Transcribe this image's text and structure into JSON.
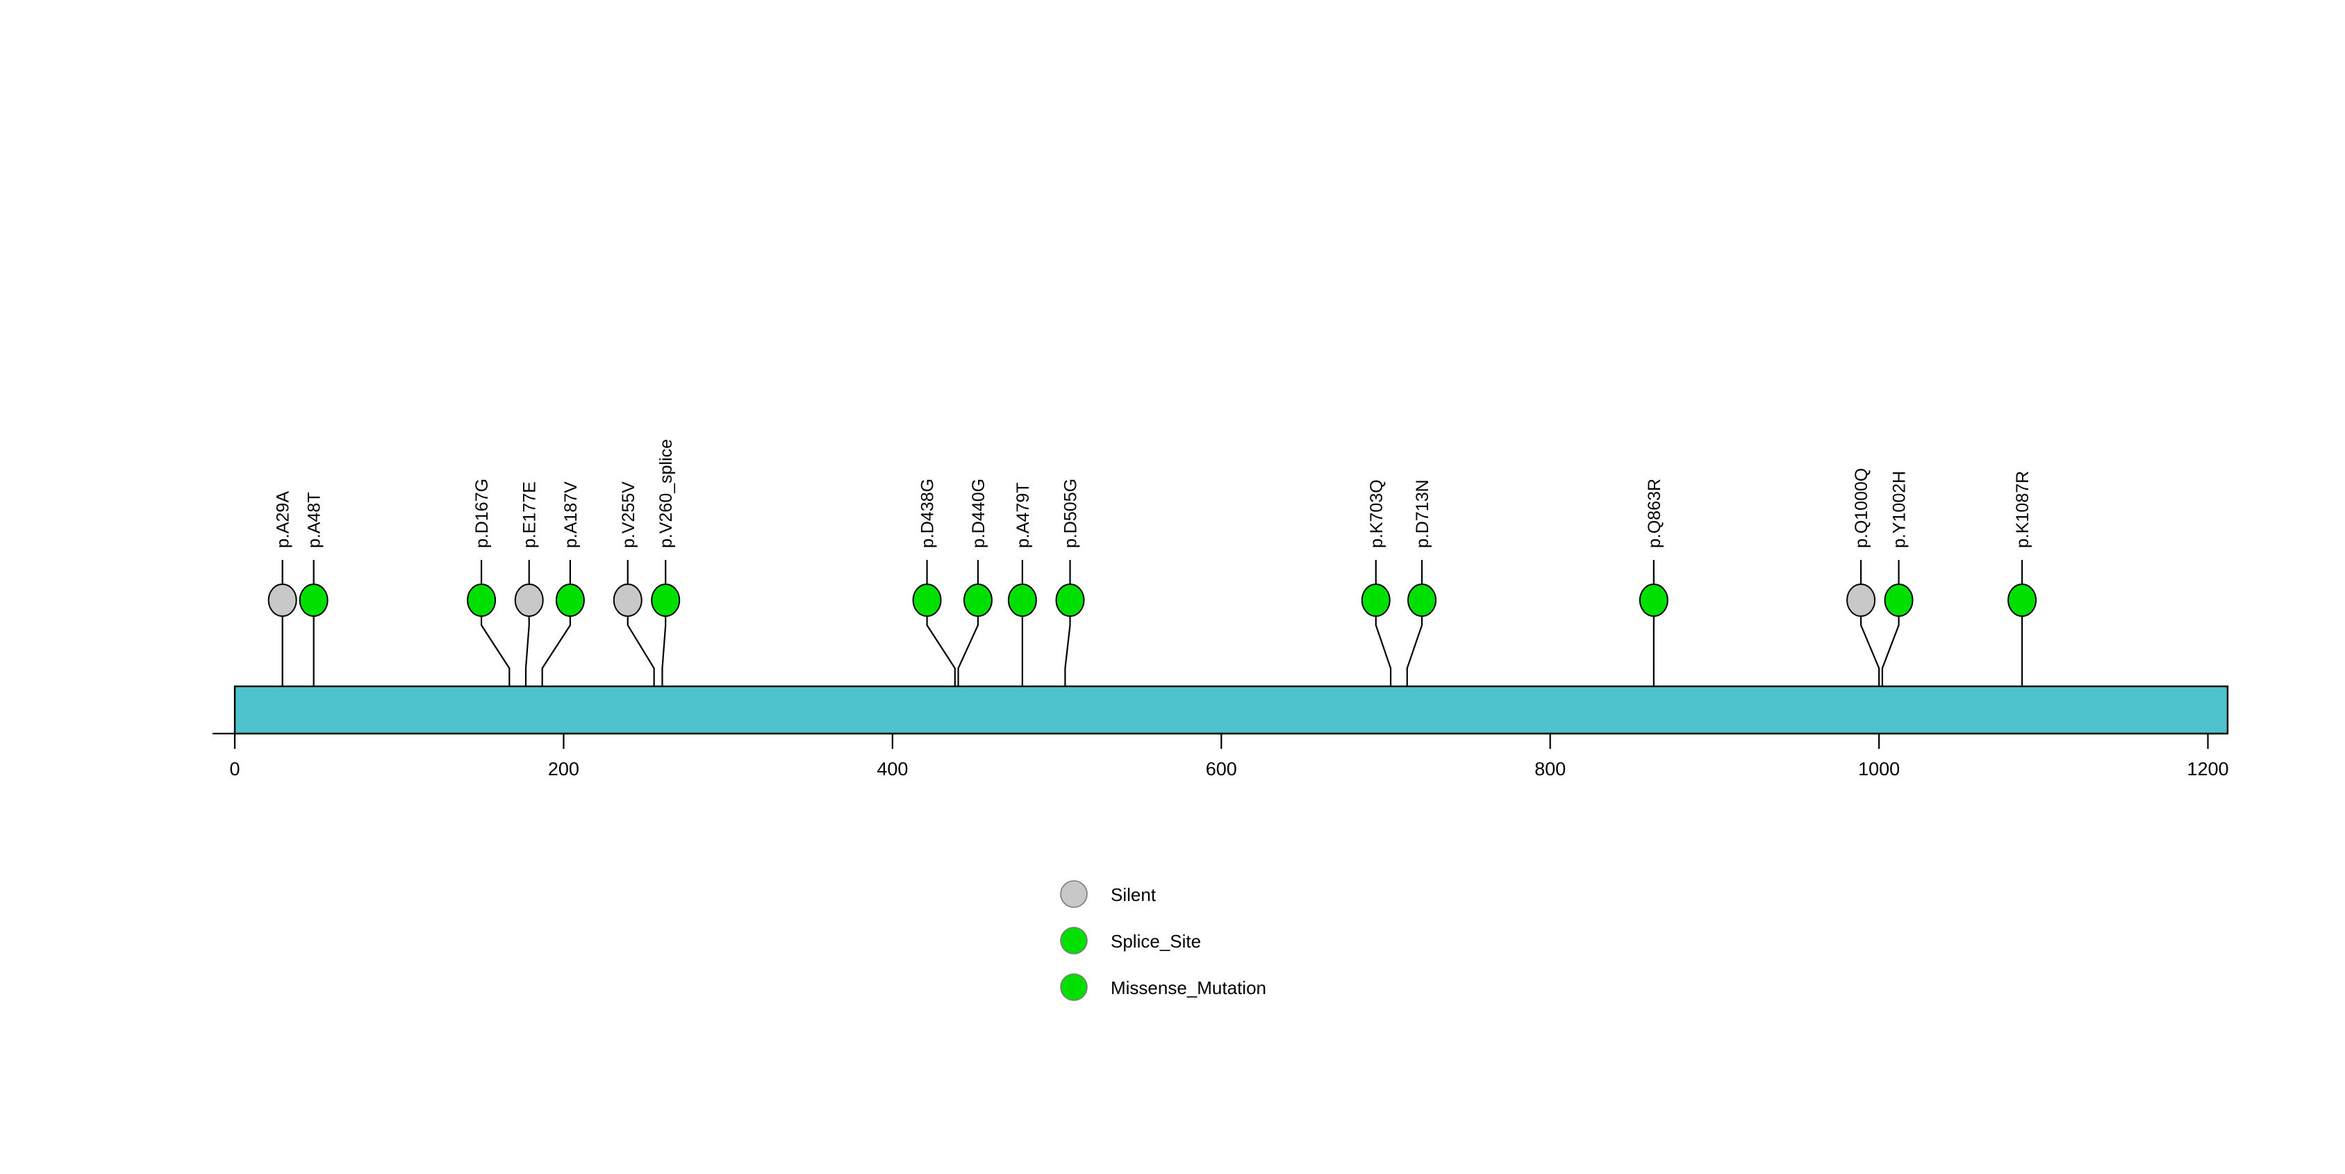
{
  "chart_data": {
    "type": "scatter",
    "plot_kind": "lollipop-mutation-diagram",
    "title": "",
    "subtitle": "",
    "xlabel": "",
    "ylabel": "",
    "xlim": [
      0,
      1212
    ],
    "grid": false,
    "axis": {
      "ticks": [
        0,
        200,
        400,
        600,
        800,
        1000,
        1200
      ],
      "tick_labels": [
        "0",
        "200",
        "400",
        "600",
        "800",
        "1000",
        "1200"
      ]
    },
    "protein_bar": {
      "start": 0,
      "end": 1212,
      "color": "#4ec3cd",
      "border_color": "#000000",
      "label": ""
    },
    "categories": [
      "p.A29A",
      "p.A48T",
      "p.D167G",
      "p.E177E",
      "p.A187V",
      "p.V255V",
      "p.V260_splice",
      "p.D438G",
      "p.D440G",
      "p.A479T",
      "p.D505G",
      "p.K703Q",
      "p.D713N",
      "p.Q863R",
      "p.Q1000Q",
      "p.Y1002H",
      "p.K1087R"
    ],
    "mutations": [
      {
        "label": "p.A29A",
        "position": 29,
        "type": "Silent",
        "color": "#c8c8c8",
        "label_x": 29,
        "stack": 1
      },
      {
        "label": "p.A48T",
        "position": 48,
        "type": "Missense_Mutation",
        "color": "#00e000",
        "label_x": 48,
        "stack": 1
      },
      {
        "label": "p.D167G",
        "position": 167,
        "type": "Missense_Mutation",
        "color": "#00e000",
        "label_x": 150,
        "stack": 1
      },
      {
        "label": "p.E177E",
        "position": 177,
        "type": "Silent",
        "color": "#c8c8c8",
        "label_x": 179,
        "stack": 1
      },
      {
        "label": "p.A187V",
        "position": 187,
        "type": "Missense_Mutation",
        "color": "#00e000",
        "label_x": 204,
        "stack": 1
      },
      {
        "label": "p.V255V",
        "position": 255,
        "type": "Silent",
        "color": "#c8c8c8",
        "label_x": 239,
        "stack": 1
      },
      {
        "label": "p.V260_splice",
        "position": 260,
        "type": "Splice_Site",
        "color": "#00e000",
        "label_x": 262,
        "stack": 1
      },
      {
        "label": "p.D438G",
        "position": 438,
        "type": "Missense_Mutation",
        "color": "#00e000",
        "label_x": 421,
        "stack": 1
      },
      {
        "label": "p.D440G",
        "position": 440,
        "type": "Missense_Mutation",
        "color": "#00e000",
        "label_x": 452,
        "stack": 1
      },
      {
        "label": "p.A479T",
        "position": 479,
        "type": "Missense_Mutation",
        "color": "#00e000",
        "label_x": 479,
        "stack": 1
      },
      {
        "label": "p.D505G",
        "position": 505,
        "type": "Missense_Mutation",
        "color": "#00e000",
        "label_x": 508,
        "stack": 1
      },
      {
        "label": "p.K703Q",
        "position": 703,
        "type": "Missense_Mutation",
        "color": "#00e000",
        "label_x": 694,
        "stack": 1
      },
      {
        "label": "p.D713N",
        "position": 713,
        "type": "Missense_Mutation",
        "color": "#00e000",
        "label_x": 722,
        "stack": 1
      },
      {
        "label": "p.Q863R",
        "position": 863,
        "type": "Missense_Mutation",
        "color": "#00e000",
        "label_x": 863,
        "stack": 1
      },
      {
        "label": "p.Q1000Q",
        "position": 1000,
        "type": "Silent",
        "color": "#c8c8c8",
        "label_x": 989,
        "stack": 1
      },
      {
        "label": "p.Y1002H",
        "position": 1002,
        "type": "Missense_Mutation",
        "color": "#00e000",
        "label_x": 1012,
        "stack": 1
      },
      {
        "label": "p.K1087R",
        "position": 1087,
        "type": "Missense_Mutation",
        "color": "#00e000",
        "label_x": 1087,
        "stack": 1
      }
    ],
    "legend": {
      "position": "bottom-center",
      "entries": [
        {
          "label": "Silent",
          "color": "#c8c8c8"
        },
        {
          "label": "Splice_Site",
          "color": "#00e000"
        },
        {
          "label": "Missense_Mutation",
          "color": "#00e000"
        }
      ]
    },
    "colors": {
      "silent": "#c8c8c8",
      "splice_site": "#00e000",
      "missense_mutation": "#00e000",
      "protein_bar": "#4ec3cd",
      "stroke": "#000000",
      "background": "#ffffff"
    }
  }
}
